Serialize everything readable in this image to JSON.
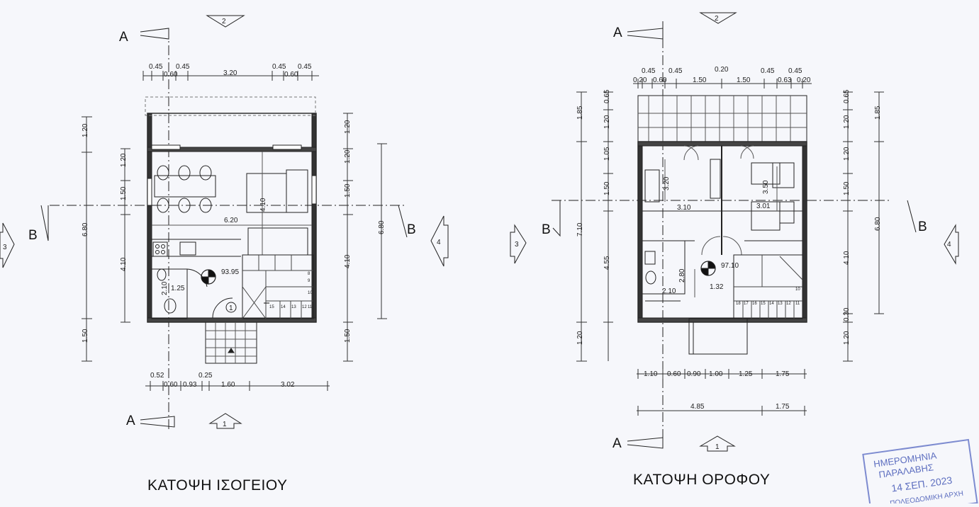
{
  "plans": [
    {
      "title": "ΚΑΤΟΨΗ ΙΣΟΓΕΙΟΥ",
      "level": "93.95",
      "entrance_marker": "1",
      "sections": {
        "a_label": "A",
        "b_label": "B",
        "arrow_top": "2",
        "arrow_bottom": "1",
        "arrow_left": "3",
        "arrow_right": "4"
      },
      "dims_top_row1": [
        "0.45",
        "0.45",
        "0.45",
        "0.45"
      ],
      "dims_top_row2": [
        "0.60",
        "3.20",
        "0.60"
      ],
      "dims_left_outer": [
        "1.20",
        "6.80",
        "1.50"
      ],
      "dims_left_inner": [
        "1.20",
        "1.50",
        "4.10"
      ],
      "dims_right_inner": [
        "1.20",
        "1.20",
        "1.50",
        "4.10",
        "1.50"
      ],
      "dims_right_outer": "6.80",
      "dims_bottom_row1": [
        "0.52",
        "0.25"
      ],
      "dims_bottom_row2": [
        "0.60",
        "0.93",
        "1.60",
        "3.02"
      ],
      "room_dims": [
        "4.10",
        "6.20",
        "2.10",
        "1.25"
      ],
      "stair_steps": [
        "15",
        "14",
        "13",
        "12",
        "11",
        "10",
        "9",
        "8"
      ]
    },
    {
      "title": "ΚΑΤΟΨΗ ΟΡΟΦΟΥ",
      "level": "97.10",
      "sections": {
        "a_label": "A",
        "b_label": "B",
        "arrow_top": "2",
        "arrow_bottom": "1",
        "arrow_left": "3",
        "arrow_right": "4"
      },
      "dims_top_row1": [
        "0.45",
        "0.45",
        "0.20",
        "0.45",
        "0.45"
      ],
      "dims_top_row2": [
        "0.20",
        "0.60",
        "1.50",
        "1.50",
        "0.63",
        "0.20"
      ],
      "dims_left_outer": [
        "1.85",
        "7.10",
        "1.20"
      ],
      "dims_left_inner": [
        "0.65",
        "1.20",
        "1.05",
        "1.50",
        "4.55"
      ],
      "dims_right_inner": [
        "0.65",
        "1.20",
        "1.20",
        "1.50",
        "4.10",
        "0.30",
        "1.20"
      ],
      "dims_right_outer": [
        "1.85",
        "6.80"
      ],
      "dims_bottom_row1": [
        "1.10",
        "0.60",
        "0.90",
        "1.00",
        "1.25",
        "1.75"
      ],
      "dims_bottom_row2": [
        "4.85",
        "1.75"
      ],
      "room_dims": [
        "3.20",
        "3.10",
        "3.50",
        "3.01",
        "2.80",
        "2.10",
        "1.32"
      ],
      "stair_steps": [
        "18",
        "17",
        "16",
        "15",
        "14",
        "13",
        "12",
        "11",
        "10"
      ]
    }
  ],
  "stamp": {
    "line1": "ΗΜΕΡΟΜΗΝΙΑ",
    "line2": "ΠΑΡΑΛΑΒΗΣ",
    "date": "14 ΣΕΠ. 2023",
    "line3": "ΠΟΛΕΟΔΟΜΙΚΗ ΑΡΧΗ"
  }
}
